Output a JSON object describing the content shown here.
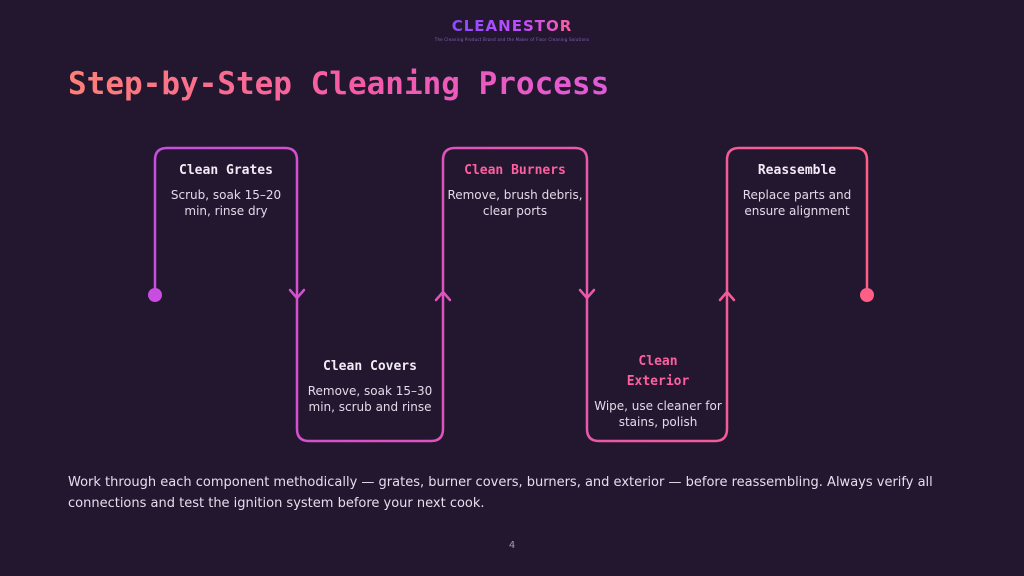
{
  "logo": {
    "text": "CLEANESTOR",
    "tagline": "The Cleaning Product Brand and the Maker of Floor Cleaning Solutions"
  },
  "title": "Step-by-Step Cleaning Process",
  "steps": [
    {
      "title": "Clean Grates",
      "description": "Scrub, soak 15–20 min, rinse dry"
    },
    {
      "title": "Clean Covers",
      "description": "Remove, soak 15–30 min, scrub and rinse"
    },
    {
      "title": "Clean Burners",
      "description": "Remove, brush debris, clear ports"
    },
    {
      "title": "Clean Exterior",
      "description": "Wipe, use cleaner for stains, polish"
    },
    {
      "title": "Reassemble",
      "description": "Replace parts and ensure alignment"
    }
  ],
  "summary": "Work through each component methodically — grates, burner covers, burners, and exterior — before reassembling. Always verify all connections and test the ignition system before your next cook.",
  "page_number": "4",
  "colors": {
    "background": "#231730",
    "line_start": "#c94de0",
    "line_end": "#ff5f86",
    "accent_title": "#ff5fa0"
  }
}
